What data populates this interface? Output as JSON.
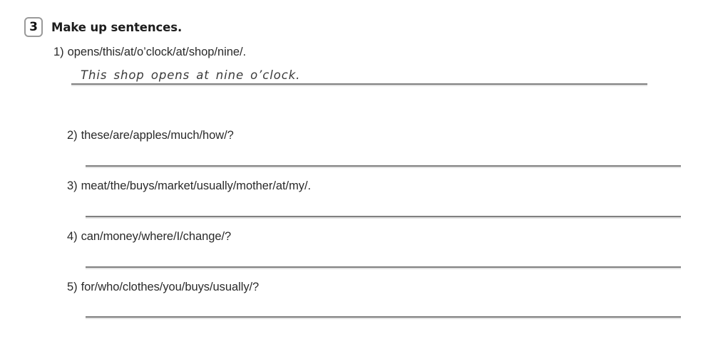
{
  "exercise": {
    "number": "3",
    "title": "Make up sentences."
  },
  "items": [
    {
      "marker": "1)",
      "text": "opens/this/at/o’clock/at/shop/nine/."
    },
    {
      "marker": "2)",
      "text": "these/are/apples/much/how/?"
    },
    {
      "marker": "3)",
      "text": "meat/the/buys/market/usually/mother/at/my/."
    },
    {
      "marker": "4)",
      "text": "can/money/where/I/change/?"
    },
    {
      "marker": "5)",
      "text": "for/who/clothes/you/buys/usually/?"
    }
  ],
  "answers": [
    {
      "for_item": "1)",
      "text": "This shop opens at nine o’clock."
    }
  ],
  "colors": {
    "page_background": "#ffffff",
    "text": "#2a2a2a",
    "heading": "#1d1d1d",
    "rule_line": "#808080",
    "rule_shadow": "#e2e2e2",
    "number_box_border": "#9a9a9a"
  }
}
